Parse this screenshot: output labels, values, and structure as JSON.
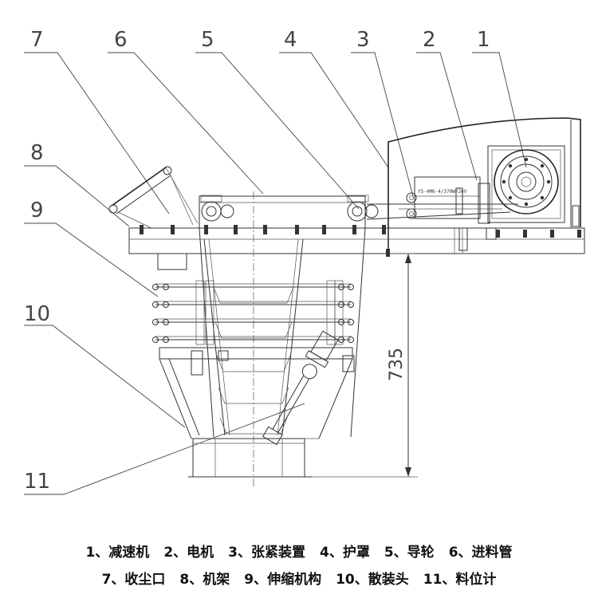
{
  "callouts": [
    "1",
    "2",
    "3",
    "4",
    "5",
    "6",
    "7",
    "8",
    "9",
    "10",
    "11"
  ],
  "dimension": {
    "height": "735"
  },
  "nameplate": "YS-4M6-4/370W/24V",
  "legend": {
    "row1": [
      "1、减速机",
      "2、电机",
      "3、张紧装置",
      "4、护罩",
      "5、导轮",
      "6、进料管"
    ],
    "row2": [
      "7、收尘口",
      "8、机架",
      "9、伸缩机构",
      "10、散装头",
      "11、料位计"
    ]
  }
}
